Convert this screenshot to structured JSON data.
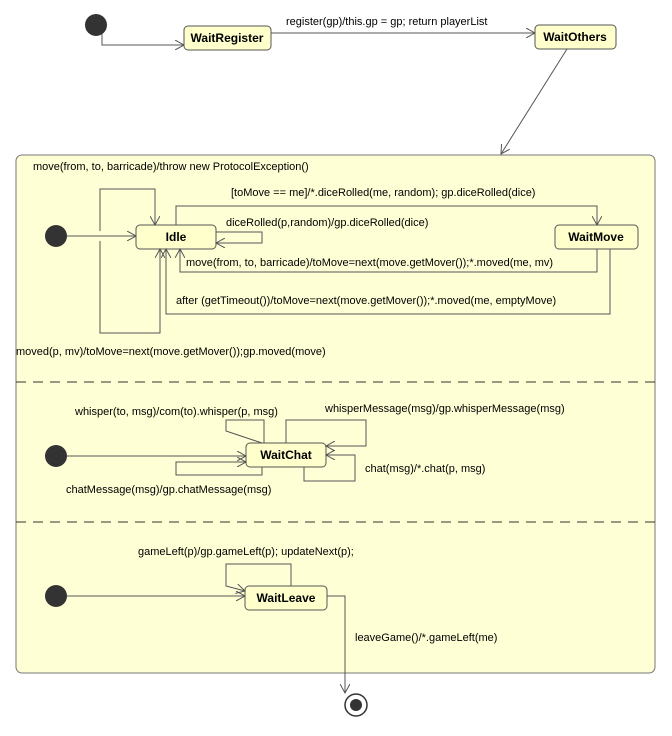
{
  "states": {
    "wait_register": "WaitRegister",
    "wait_others": "WaitOthers",
    "idle": "Idle",
    "wait_move": "WaitMove",
    "wait_chat": "WaitChat",
    "wait_leave": "WaitLeave"
  },
  "transitions": {
    "register": "register(gp)/this.gp = gp; return playerList",
    "barricade_exception": "move(from, to, barricade)/throw new ProtocolException()",
    "to_move_me": "[toMove == me]/*.diceRolled(me, random); gp.diceRolled(dice)",
    "dice_rolled": "diceRolled(p,random)/gp.diceRolled(dice)",
    "move_next": "move(from, to, barricade)/toMove=next(move.getMover());*.moved(me, mv)",
    "timeout": "after (getTimeout())/toMove=next(move.getMover());*.moved(me, emptyMove)",
    "moved": "moved(p, mv)/toMove=next(move.getMover());gp.moved(move)",
    "whisper": "whisper(to, msg)/com(to).whisper(p, msg)",
    "whisper_message": "whisperMessage(msg)/gp.whisperMessage(msg)",
    "chat": "chat(msg)/*.chat(p, msg)",
    "chat_message": "chatMessage(msg)/gp.chatMessage(msg)",
    "game_left": "gameLeft(p)/gp.gameLeft(p); updateNext(p);",
    "leave_game": "leaveGame()/*.gameLeft(me)"
  }
}
